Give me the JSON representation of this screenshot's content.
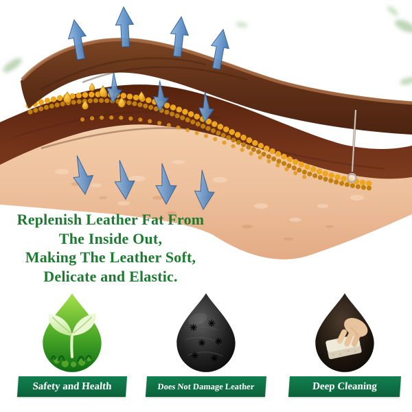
{
  "headline": {
    "lines": [
      "Replenish Leather Fat From",
      "The Inside Out,",
      "Making The Leather Soft,",
      "Delicate and Elastic."
    ]
  },
  "features": [
    {
      "label": "Safety and Health",
      "icon": "sprout-droplet-icon"
    },
    {
      "label": "Does Not Damage Leather",
      "icon": "leather-droplet-icon"
    },
    {
      "label": "Deep Cleaning",
      "icon": "sponge-droplet-icon"
    }
  ],
  "diagram": {
    "subject": "leather cross-section with fat layer replenishment",
    "up_arrow_count": 4,
    "small_down_arrow_count": 3,
    "large_down_arrow_count": 4,
    "icons": [
      "up-arrow-icon",
      "down-arrow-icon",
      "oil-droplet-icon",
      "fat-beads",
      "needle-icon",
      "leaf-accents"
    ]
  },
  "colors": {
    "headline_green": "#1d7b31",
    "banner_green": "#0e7245",
    "arrow_blue": "#4577b4",
    "leather_top_brown": "#5f2f17",
    "leather_mid_maroon": "#6e3018",
    "leather_base_tan": "#eec09c",
    "fat_gold": "#eda61e"
  }
}
